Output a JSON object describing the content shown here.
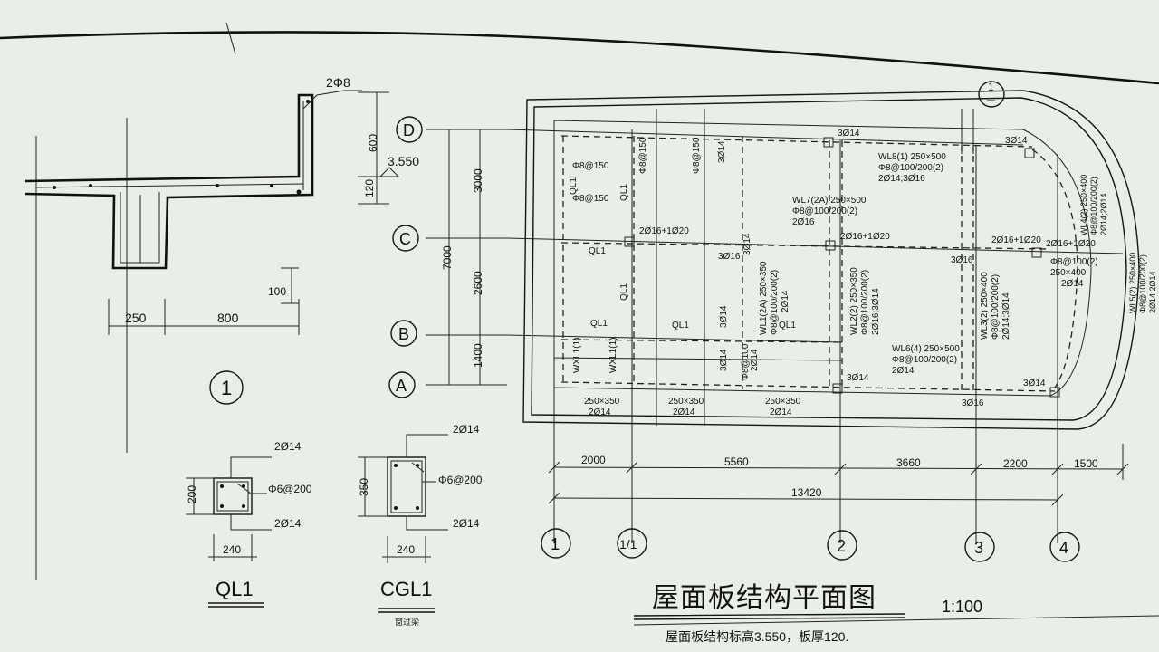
{
  "section_detail": {
    "rebar_top": "2Φ8",
    "dim_600": "600",
    "dim_120": "120",
    "elev": "3.550",
    "dim_100": "100",
    "dim_250": "250",
    "dim_800": "800",
    "mark": "1"
  },
  "beam_ql1": {
    "top_rebar": "2Ø14",
    "stirrup": "Φ6@200",
    "bottom_rebar": "2Ø14",
    "height": "200",
    "width": "240",
    "name": "QL1"
  },
  "beam_cgl1": {
    "top_rebar": "2Ø14",
    "stirrup": "Φ6@200",
    "bottom_rebar": "2Ø14",
    "height": "350",
    "width": "240",
    "name": "CGL1",
    "subtitle": "窗过梁"
  },
  "row_axes": {
    "labels": [
      "D",
      "C",
      "B",
      "A"
    ],
    "dims": [
      "3000",
      "2600",
      "1400"
    ],
    "total": "7000"
  },
  "col_axes": {
    "labels": [
      "1",
      "1/1",
      "2",
      "3",
      "4"
    ],
    "dims": [
      "2000",
      "5560",
      "3660",
      "2200",
      "1500"
    ],
    "total": "13420"
  },
  "plan_notes": {
    "phi150_a": "Φ8@150",
    "phi150_b": "Φ8@150",
    "v_phi150_a": "Φ8@150",
    "v_phi150_b": "Φ8@150",
    "v_3014_a": "3Ø14",
    "ql1_h_top": "QL1",
    "ql1_v_a": "QL1",
    "ql1_v_b": "QL1",
    "ql1_h_mid": "QL1",
    "ql1_h_b1": "QL1",
    "ql1_h_b2": "QL1",
    "wxl1_a": "WXL1(1)",
    "wxl1_b": "WXL1(1)",
    "r2016_1020_a": "2Ø16+1Ø20",
    "r2016_1020_b": "2Ø16+1Ø20",
    "r2016_1020_c": "2Ø16+1Ø20",
    "r2016_1020_d": "2Ø16+1Ø20",
    "wl8_1": "WL8(1) 250×500",
    "wl8_2": "Φ8@100/200(2)",
    "wl8_3": "2Ø14;3Ø16",
    "wl7_1": "WL7(2A) 250×500",
    "wl7_2": "Φ8@100/200(2)",
    "wl7_3": "2Ø16",
    "wl1_1": "WL1(2A) 250×350",
    "wl1_2": "Φ8@100/200(2)",
    "wl1_3": "2Ø14",
    "wl2_1": "WL2(2) 250×350",
    "wl2_2": "Φ8@100/200(2)",
    "wl2_3": "2Ø16;3Ø14",
    "wl3_1": "WL3(2) 250×400",
    "wl3_2": "Φ8@100/200(2)",
    "wl3_3": "2Ø14;3Ø14",
    "wl6_1": "WL6(4) 250×500",
    "wl6_2": "Φ8@100/200(2)",
    "wl6_3": "2Ø14",
    "wl4_1": "WL4(2) 250×400",
    "wl4_2": "Φ8@100/200(2)",
    "wl4_3": "2Ø14;2Ø14",
    "wl5_1": "WL5(2) 250×400",
    "wl5_2": "Φ8@100/200(2)",
    "wl5_3": "2Ø14;2Ø14",
    "wl_right_1": "Φ8@100(2)",
    "wl_right_2": "250×400",
    "wl_right_3": "2Ø14",
    "top_3014_a": "3Ø14",
    "top_3014_b": "3Ø14",
    "b_3014_a": "3Ø14",
    "b_3014_b": "3Ø14",
    "b_3016": "3Ø16",
    "b_3014_c": "3Ø14",
    "mid_3016_a": "3Ø16",
    "mid_3016_b": "3Ø16",
    "v_3014_b": "3Ø14",
    "v_3014_c": "3Ø14",
    "v_3014_d": "3Ø14",
    "phi8100_mid": "Φ8@100",
    "r2014_mid": "2Ø14",
    "ql1_mid2": "QL1",
    "bm250_1": "250×350",
    "bm250_1b": "2Ø14",
    "bm250_2": "250×350",
    "bm250_2b": "2Ø14",
    "bm250_3": "250×350",
    "bm250_3b": "2Ø14",
    "section_ref": "1",
    "section_ref_sub": "—"
  },
  "drawing_title": "屋面板结构平面图",
  "scale": "1:100",
  "note": "屋面板结构标高3.550，板厚120."
}
